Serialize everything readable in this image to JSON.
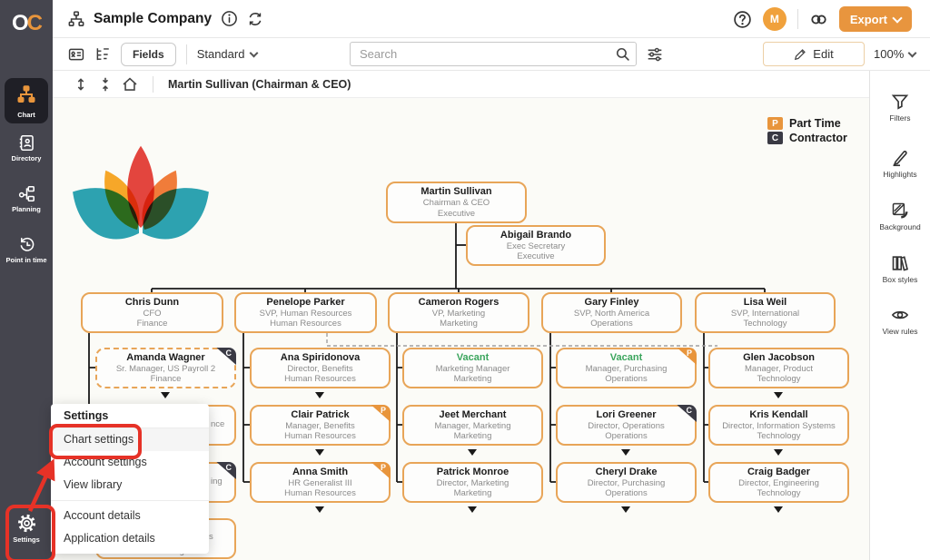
{
  "app": {
    "logo_o": "O",
    "logo_c": "C",
    "export_label": "Export",
    "avatar_initial": "M"
  },
  "header": {
    "company_name": "Sample Company"
  },
  "toolbar": {
    "fields_label": "Fields",
    "view_selector": "Standard",
    "search_placeholder": "Search",
    "edit_label": "Edit",
    "zoom_level": "100%"
  },
  "breadcrumb": {
    "text": "Martin Sullivan (Chairman & CEO)"
  },
  "sidebar": {
    "items": [
      {
        "label": "Chart"
      },
      {
        "label": "Directory"
      },
      {
        "label": "Planning"
      },
      {
        "label": "Point in time"
      }
    ],
    "settings_label": "Settings"
  },
  "right_panel": {
    "items": [
      "Filters",
      "Highlights",
      "Background",
      "Box styles",
      "View rules"
    ]
  },
  "legend": {
    "items": [
      {
        "code": "P",
        "label": "Part Time",
        "color": "#E8953C"
      },
      {
        "code": "C",
        "label": "Contractor",
        "color": "#3A3A44"
      }
    ]
  },
  "settings_menu": {
    "header": "Settings",
    "items": [
      "Chart settings",
      "Account settings",
      "View library",
      "Account details",
      "Application details"
    ]
  },
  "org_chart": {
    "boxes": [
      {
        "name": "Martin Sullivan",
        "title": "Chairman & CEO",
        "dept": "Executive"
      },
      {
        "name": "Abigail Brando",
        "title": "Exec Secretary",
        "dept": "Executive"
      },
      {
        "name": "Chris  Dunn",
        "title": "CFO",
        "dept": "Finance"
      },
      {
        "name": "Penelope Parker",
        "title": "SVP, Human Resources",
        "dept": "Human Resources"
      },
      {
        "name": "Cameron Rogers",
        "title": "VP, Marketing",
        "dept": "Marketing"
      },
      {
        "name": "Gary Finley",
        "title": "SVP, North America",
        "dept": "Operations"
      },
      {
        "name": "Lisa Weil",
        "title": "SVP, International",
        "dept": "Technology"
      },
      {
        "name": "Amanda Wagner",
        "title": "Sr. Manager, US Payroll 2",
        "dept": "Finance",
        "badge": "C"
      },
      {
        "name": "Ana Spiridonova",
        "title": "Director, Benefits",
        "dept": "Human Resources"
      },
      {
        "name": "Vacant",
        "title": "Marketing Manager",
        "dept": "Marketing"
      },
      {
        "name": "Vacant",
        "title": "Manager, Purchasing",
        "dept": "Operations",
        "badge": "P"
      },
      {
        "name": "Glen Jacobson",
        "title": "Manager, Product",
        "dept": "Technology"
      },
      {
        "name": "Clair Patrick",
        "title": "Manager, Benefits",
        "dept": "Human Resources",
        "badge": "P"
      },
      {
        "name": "Jeet Merchant",
        "title": "Manager, Marketing",
        "dept": "Marketing"
      },
      {
        "name": "Lori Greener",
        "title": "Director, Operations",
        "dept": "Operations",
        "badge": "C"
      },
      {
        "name": "Kris Kendall",
        "title": "Director, Information Systems",
        "dept": "Technology"
      },
      {
        "name": "Anna Smith",
        "title": "HR Generalist III",
        "dept": "Human Resources",
        "badge": "P"
      },
      {
        "name": "Patrick Monroe",
        "title": "Director, Marketing",
        "dept": "Marketing"
      },
      {
        "name": "Cheryl Drake",
        "title": "Director, Purchasing",
        "dept": "Operations"
      },
      {
        "name": "Craig Badger",
        "title": "Director, Engineering",
        "dept": "Technology"
      }
    ],
    "fragments": {
      "row2_title": "nce",
      "row3_title": "ing",
      "row3_badge": "C",
      "row4_title": "s",
      "row4_dept": "Marketing"
    }
  },
  "colors": {
    "accent_orange": "#E8953E",
    "box_border": "#E8A558",
    "vacant_green": "#3BA55D",
    "annotation_red": "#E63227",
    "part_time": "#E8953C",
    "contractor": "#3A3A44",
    "sidebar_bg": "#45454E"
  },
  "icons": {
    "gear-icon": "gear",
    "search-icon": "magnifier",
    "refresh-icon": "circular-arrows",
    "info-icon": "circle-i",
    "help-icon": "circle-question",
    "link-icon": "chain",
    "filters-icon": "funnel",
    "view-rules-icon": "eye"
  }
}
